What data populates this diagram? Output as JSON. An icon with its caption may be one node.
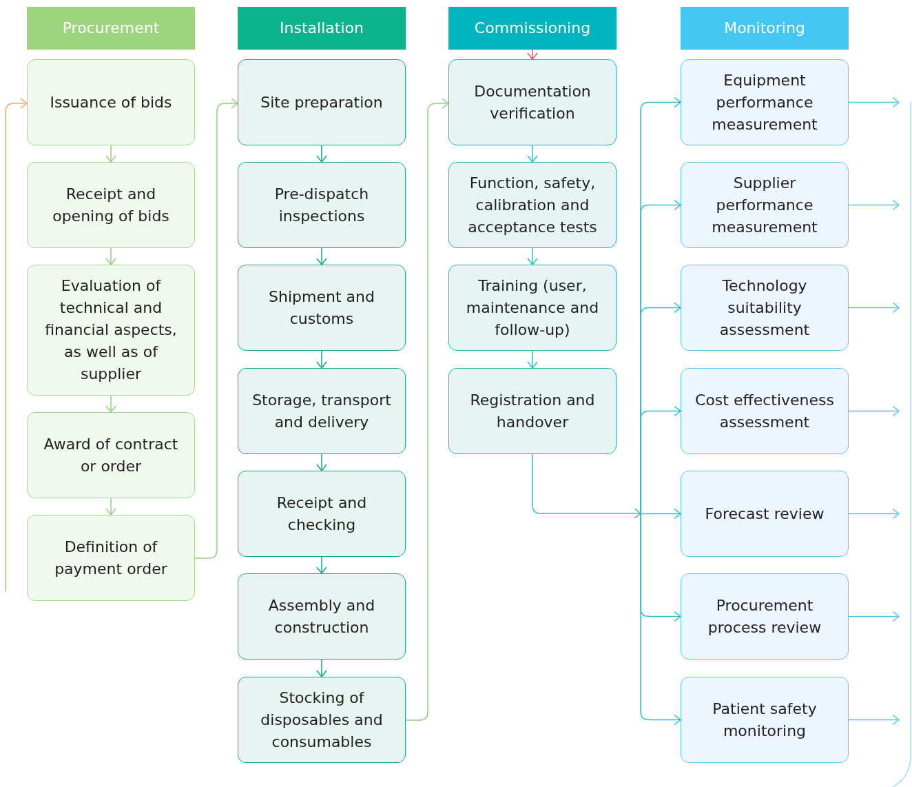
{
  "diagram": {
    "nodes": [
      {
        "text": [
          "Procurement"
        ]
      },
      {
        "text": [
          "Issuance of bids"
        ]
      },
      {
        "text": [
          "Receipt and opening of bids"
        ]
      },
      {
        "text": [
          "Evaluation of technical and financial aspects, as well as of supplier"
        ]
      },
      {
        "text": [
          "Award of contract or order"
        ]
      },
      {
        "text": [
          "Definition of payment order"
        ]
      },
      {
        "text": [
          "Installation"
        ]
      },
      {
        "text": [
          "Site preparation"
        ]
      },
      {
        "text": [
          "Pre-dispatch inspections"
        ]
      },
      {
        "text": [
          "Shipment and customs"
        ]
      },
      {
        "text": [
          "Storage, transport and delivery"
        ]
      },
      {
        "text": [
          "Receipt and checking"
        ]
      },
      {
        "text": [
          "Assembly and construction"
        ]
      },
      {
        "text": [
          "Stocking of disposables and consumables"
        ]
      },
      {
        "text": [
          "Commissioning"
        ]
      },
      {
        "text": [
          "Documentation verification"
        ]
      },
      {
        "text": [
          "Function, safety, calibration and acceptance tests"
        ]
      },
      {
        "text": [
          "Training (user, maintenance and follow-up)"
        ]
      },
      {
        "text": [
          "Registration and handover"
        ]
      },
      {
        "text": [
          "Monitoring"
        ]
      },
      {
        "text": [
          "Equipment performance measurement"
        ]
      },
      {
        "text": [
          "Supplier performance measurement"
        ]
      },
      {
        "text": [
          "Technology suitability assessment"
        ]
      },
      {
        "text": [
          "Cost effectiveness assessment"
        ]
      },
      {
        "text": [
          "Forecast review"
        ]
      },
      {
        "text": [
          "Procurement process review"
        ]
      },
      {
        "text": [
          "Patient safety monitoring"
        ]
      }
    ],
    "edges": [
      {
        "from": 1,
        "to": 2,
        "arrow": "to",
        "color": "#8fd17a"
      },
      {
        "from": 2,
        "to": 3,
        "arrow": "to",
        "color": "#8fd17a"
      },
      {
        "from": 3,
        "to": 4,
        "arrow": "to",
        "color": "#8fd17a"
      },
      {
        "from": 4,
        "to": 5,
        "arrow": "to",
        "color": "#8fd17a"
      },
      {
        "from": null,
        "to": 1,
        "arrow": "to",
        "color": "#f4a46c"
      },
      {
        "from": 5,
        "to": 7,
        "arrow": "to",
        "color": "#8fd17a"
      },
      {
        "from": 7,
        "to": 8,
        "arrow": "to",
        "color": "#14a98a"
      },
      {
        "from": 8,
        "to": 9,
        "arrow": "to",
        "color": "#14a98a"
      },
      {
        "from": 9,
        "to": 10,
        "arrow": "to",
        "color": "#14a98a"
      },
      {
        "from": 10,
        "to": 11,
        "arrow": "to",
        "color": "#14a98a"
      },
      {
        "from": 11,
        "to": 12,
        "arrow": "to",
        "color": "#14a98a"
      },
      {
        "from": 12,
        "to": 13,
        "arrow": "to",
        "color": "#14a98a"
      },
      {
        "from": 13,
        "to": 15,
        "arrow": "to",
        "color": "#8fd17a"
      },
      {
        "from": 14,
        "to": 15,
        "arrow": "to",
        "color": "#e0565b"
      },
      {
        "from": 15,
        "to": 16,
        "arrow": "to"
      },
      {
        "from": 16,
        "to": 17,
        "arrow": "to"
      },
      {
        "from": 17,
        "to": 18,
        "arrow": "to"
      },
      {
        "from": 18,
        "to": 20,
        "arrow": "to"
      },
      {
        "from": 18,
        "to": 21,
        "arrow": "to"
      },
      {
        "from": 18,
        "to": 22,
        "arrow": "to"
      },
      {
        "from": 18,
        "to": 23,
        "arrow": "to"
      },
      {
        "from": 18,
        "to": 24,
        "arrow": "to"
      },
      {
        "from": 18,
        "to": 25,
        "arrow": "to"
      },
      {
        "from": 18,
        "to": 26,
        "arrow": "to"
      },
      {
        "from": 20,
        "to": null,
        "arrow": "to",
        "color": "#55c8ef"
      },
      {
        "from": 21,
        "to": null,
        "arrow": "to",
        "color": "#55c8ef"
      },
      {
        "from": 22,
        "to": null,
        "arrow": "to",
        "color": "#55c8ef"
      },
      {
        "from": 23,
        "to": null,
        "arrow": "to",
        "color": "#55c8ef"
      },
      {
        "from": 24,
        "to": null,
        "arrow": "to",
        "color": "#55c8ef"
      },
      {
        "from": 25,
        "to": null,
        "arrow": "to",
        "color": "#55c8ef"
      },
      {
        "from": 26,
        "to": null,
        "arrow": "to",
        "color": "#55c8ef"
      }
    ]
  }
}
